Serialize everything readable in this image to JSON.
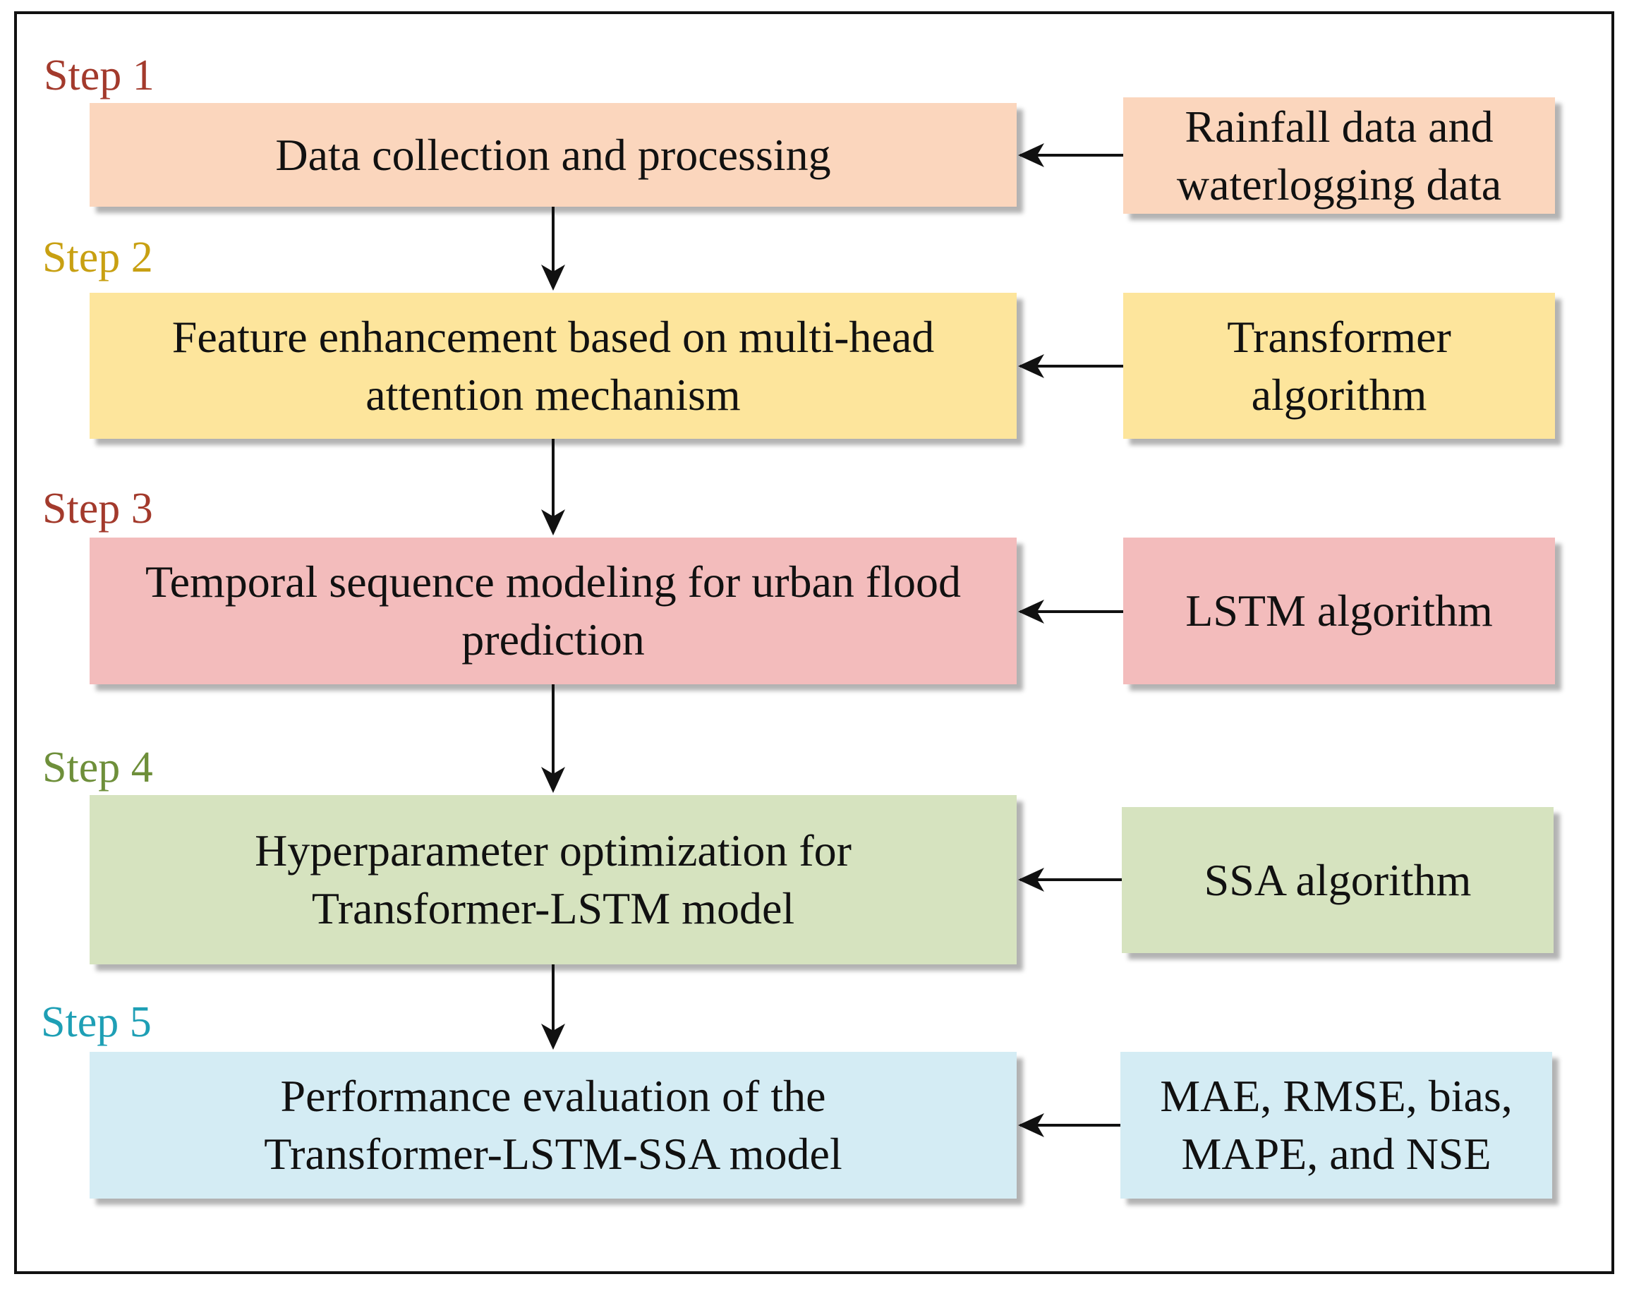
{
  "colors": {
    "step1_label": "#a33a2c",
    "step2_label": "#c8a012",
    "step3_label": "#a33a2c",
    "step4_label": "#6e8f3a",
    "step5_label": "#1e9fb5",
    "step1_fill": "#fbd6bd",
    "step2_fill": "#fde59c",
    "step3_fill": "#f3bcbc",
    "step4_fill": "#d6e3bf",
    "step5_fill": "#d4ecf4",
    "arrow": "#111111"
  },
  "steps": [
    {
      "label": "Step 1",
      "process": "Data collection and processing",
      "input": "Rainfall data and\nwaterlogging data"
    },
    {
      "label": "Step 2",
      "process": "Feature enhancement based on multi-head\nattention mechanism",
      "input": "Transformer\nalgorithm"
    },
    {
      "label": "Step 3",
      "process": "Temporal sequence modeling for urban flood\nprediction",
      "input": "LSTM algorithm"
    },
    {
      "label": "Step 4",
      "process": "Hyperparameter optimization for\nTransformer-LSTM model",
      "input": "SSA algorithm"
    },
    {
      "label": "Step 5",
      "process": "Performance evaluation of the\nTransformer-LSTM-SSA model",
      "input": "MAE, RMSE, bias,\nMAPE, and NSE"
    }
  ]
}
